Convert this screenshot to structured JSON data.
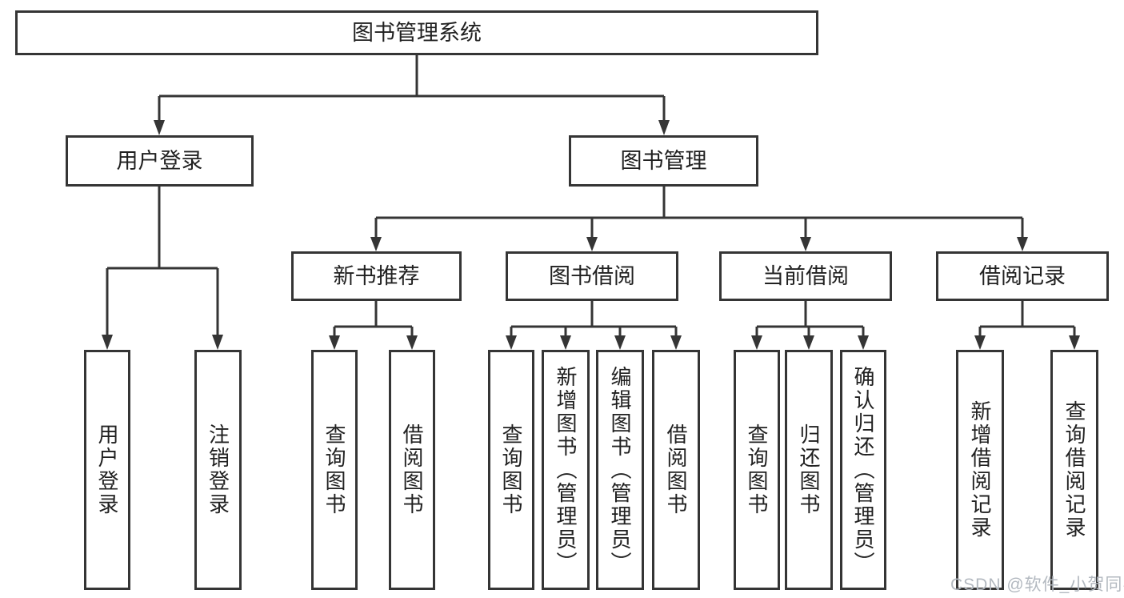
{
  "diagram": {
    "tree": {
      "label": "图书管理系统",
      "children": [
        {
          "label": "用户登录",
          "children": [
            {
              "label": "用户登录"
            },
            {
              "label": "注销登录"
            }
          ]
        },
        {
          "label": "图书管理",
          "children": [
            {
              "label": "新书推荐",
              "children": [
                {
                  "label": "查询图书"
                },
                {
                  "label": "借阅图书"
                }
              ]
            },
            {
              "label": "图书借阅",
              "children": [
                {
                  "label": "查询图书"
                },
                {
                  "label": "新增图书（管理员）"
                },
                {
                  "label": "编辑图书（管理员）"
                },
                {
                  "label": "借阅图书"
                }
              ]
            },
            {
              "label": "当前借阅",
              "children": [
                {
                  "label": "查询图书"
                },
                {
                  "label": "归还图书"
                },
                {
                  "label": "确认归还（管理员）"
                }
              ]
            },
            {
              "label": "借阅记录",
              "children": [
                {
                  "label": "新增借阅记录"
                },
                {
                  "label": "查询借阅记录"
                }
              ]
            }
          ]
        }
      ]
    }
  },
  "watermark": {
    "text": "CSDN @软件_小贺同学"
  },
  "colors": {
    "background": "#ffffff",
    "line": "#353535",
    "box_border": "#353535",
    "text": "#212121",
    "watermark": "#b3b9c0"
  }
}
